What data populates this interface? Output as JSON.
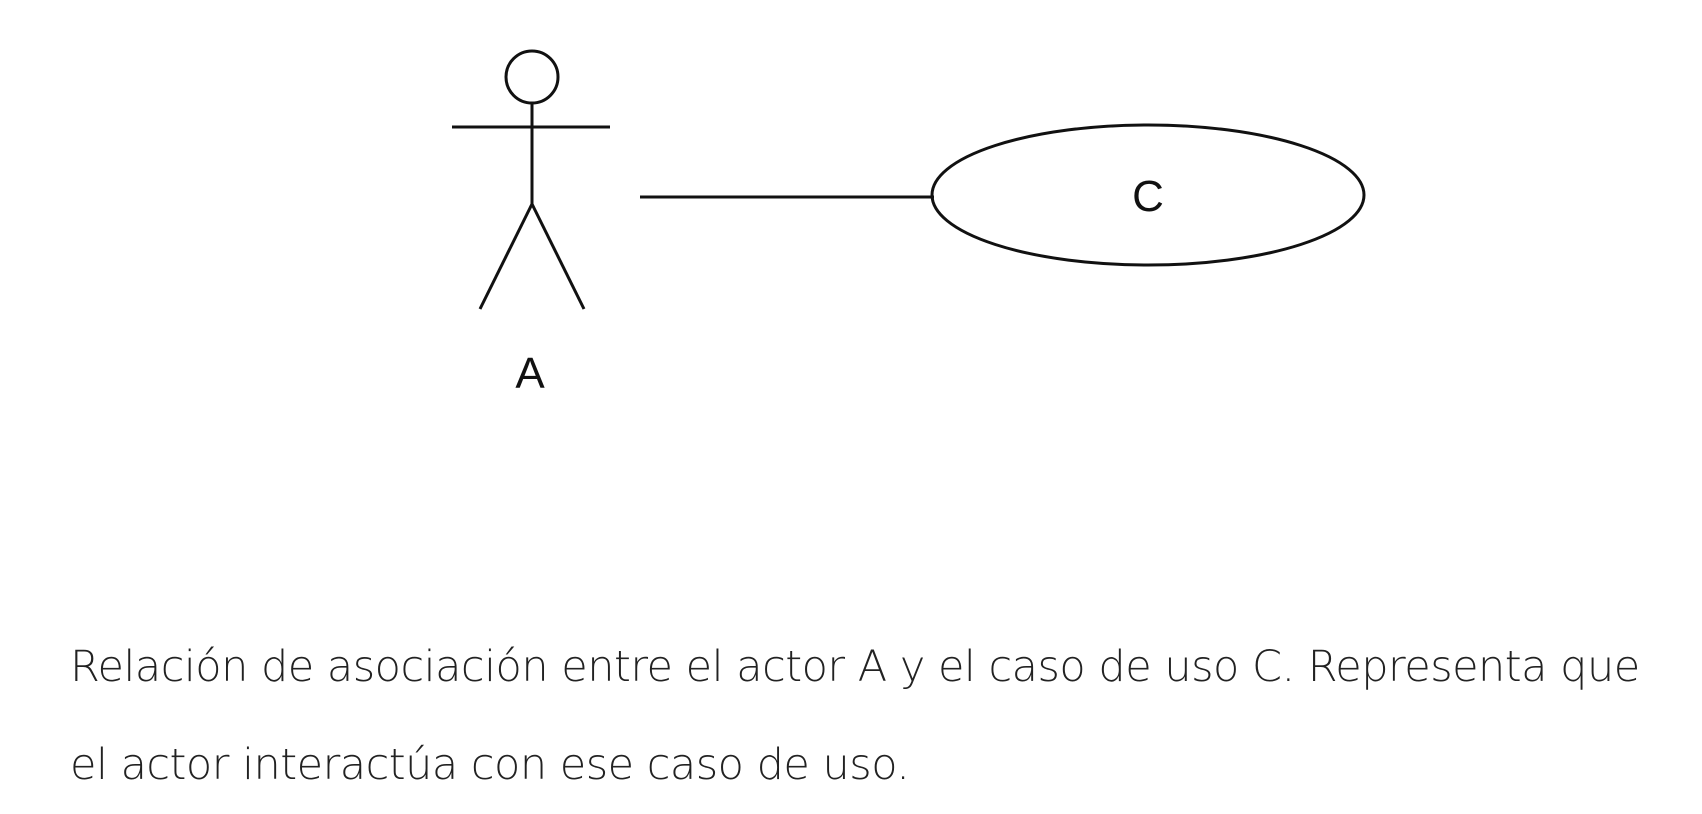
{
  "diagram": {
    "actor": {
      "label": "A"
    },
    "use_case": {
      "label": "C"
    },
    "relationship": {
      "type": "association",
      "from": "A",
      "to": "C"
    }
  },
  "caption": {
    "text": "Relación de asociación entre el actor A y el caso de uso C. Representa que el actor interactúa con ese caso de uso."
  },
  "colors": {
    "stroke": "#111111",
    "text": "#222222",
    "background": "#ffffff"
  }
}
